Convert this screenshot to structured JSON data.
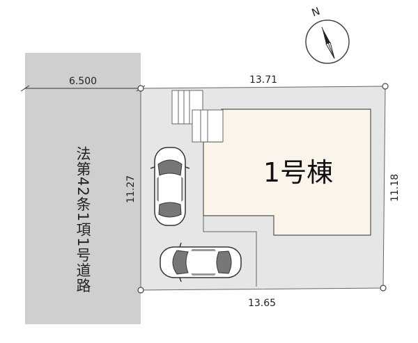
{
  "compass": {
    "north_label": "N"
  },
  "road": {
    "width_label": "6.500",
    "name": "法第42条1項1号道路"
  },
  "lot": {
    "top_label": "13.71",
    "bottom_label": "13.65",
    "left_label": "11.27",
    "right_label": "11.18"
  },
  "building": {
    "label": "1号棟"
  },
  "colors": {
    "road_fill": "#cfcfcf",
    "lot_fill": "#e6e6e6",
    "building_fill": "#fbf4ea",
    "line": "#444444"
  }
}
